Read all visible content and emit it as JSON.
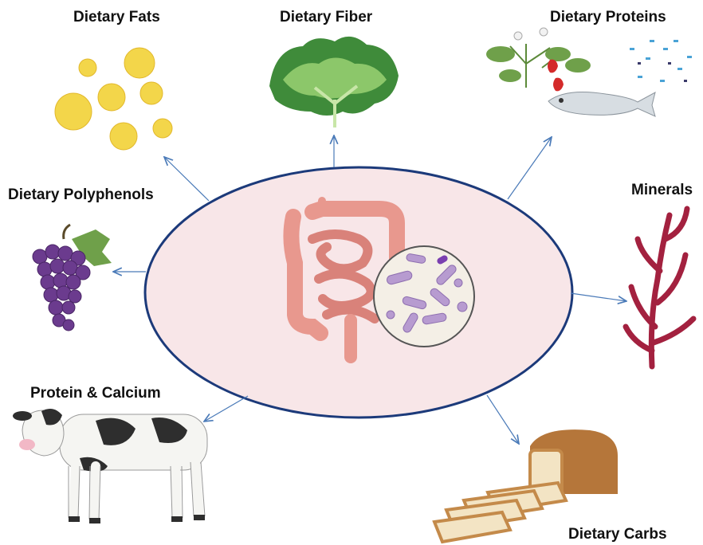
{
  "labels": {
    "dietary_fats": "Dietary Fats",
    "dietary_fiber": "Dietary Fiber",
    "dietary_proteins": "Dietary Proteins",
    "dietary_polyphenols": "Dietary Polyphenols",
    "minerals": "Minerals",
    "protein_calcium": "Protein & Calcium",
    "dietary_carbs": "Dietary Carbs"
  },
  "colors": {
    "ellipse_fill": "#f8e6e8",
    "ellipse_stroke": "#1c3a7a",
    "arrow": "#4a7ab8",
    "intestine": "#e8988e",
    "bacteria": "#b79bd0",
    "fat_drop": "#f3d64a",
    "fiber": "#3f8b3a",
    "grape": "#6b3b8e",
    "seaweed": "#a3213f",
    "bread": "#d49a52"
  },
  "icons": [
    "oil-drops-icon",
    "lettuce-icon",
    "strawberry-plant-icon",
    "fish-icon",
    "grapes-icon",
    "seaweed-icon",
    "cow-icon",
    "bread-icon",
    "intestine-icon",
    "bacteria-magnifier-icon"
  ]
}
